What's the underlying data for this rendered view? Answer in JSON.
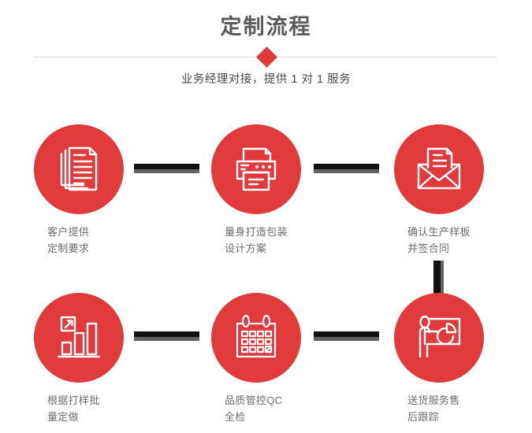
{
  "page": {
    "title": "定制流程",
    "subtitle": "业务经理对接，提供 1 对 1 服务",
    "colors": {
      "accent_red": "#e03a3a",
      "title_gray": "#5a5a5a",
      "label_gray": "#6d6d6d",
      "connector_black": "#111111",
      "connector_shadow": "#636363",
      "divider_gray": "#d8d8d8",
      "background": "#ffffff"
    }
  },
  "steps": [
    {
      "index": 1,
      "icon": "documents-stack-icon",
      "label": "客户提供\n定制要求"
    },
    {
      "index": 2,
      "icon": "printer-icon",
      "label": "量身打造包装\n设计方案"
    },
    {
      "index": 3,
      "icon": "envelope-document-icon",
      "label": "确认生产样板\n并签合同"
    },
    {
      "index": 4,
      "icon": "bar-chart-growth-icon",
      "label": "根据打样批\n量定做"
    },
    {
      "index": 5,
      "icon": "calendar-icon",
      "label": "品质管控QC\n全检"
    },
    {
      "index": 6,
      "icon": "presenter-chart-icon",
      "label": "送货服务售\n后跟踪"
    }
  ],
  "connectors": [
    {
      "id": "row1-step1-to-step2",
      "orientation": "horizontal"
    },
    {
      "id": "row1-step2-to-step3",
      "orientation": "horizontal"
    },
    {
      "id": "step3-to-step6",
      "orientation": "vertical"
    },
    {
      "id": "row2-step4-to-step5",
      "orientation": "horizontal"
    },
    {
      "id": "row2-step5-to-step6",
      "orientation": "horizontal"
    }
  ]
}
